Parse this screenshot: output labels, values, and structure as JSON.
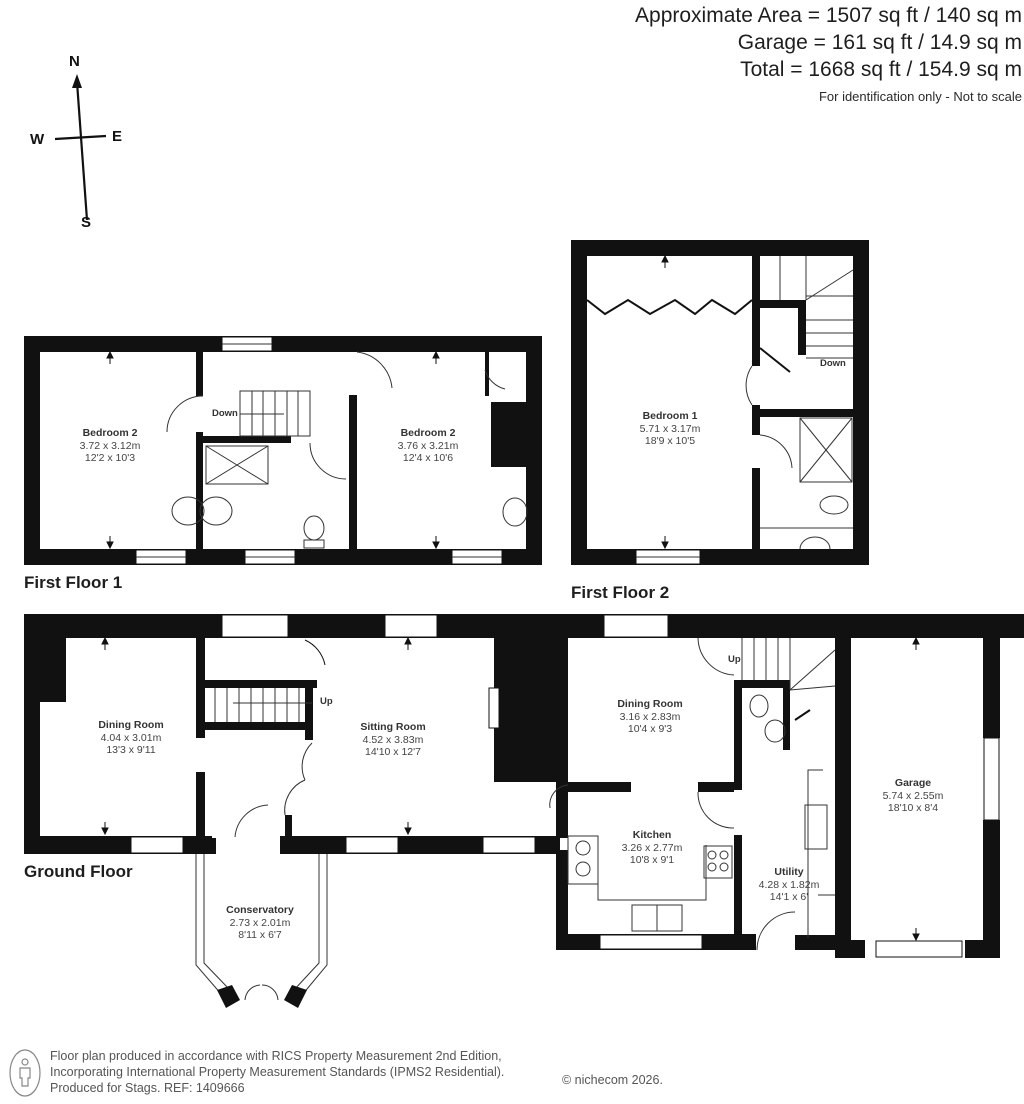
{
  "header": {
    "approximate_area": "Approximate Area = 1507 sq ft / 140 sq m",
    "garage_area": "Garage = 161 sq ft / 14.9 sq m",
    "total_area": "Total = 1668 sq ft / 154.9 sq m",
    "note": "For identification only - Not to scale"
  },
  "compass": {
    "n": "N",
    "s": "S",
    "e": "E",
    "w": "W",
    "icon": "compass-icon"
  },
  "floors": {
    "first_floor_1": {
      "label": "First Floor 1",
      "rooms": [
        {
          "name": "Bedroom 2",
          "metric": "3.72 x 3.12m",
          "imperial": "12'2 x 10'3"
        },
        {
          "name": "Bedroom 2",
          "metric": "3.76 x 3.21m",
          "imperial": "12'4 x 10'6"
        }
      ],
      "stairs": "Down"
    },
    "first_floor_2": {
      "label": "First Floor 2",
      "rooms": [
        {
          "name": "Bedroom 1",
          "metric": "5.71 x 3.17m",
          "imperial": "18'9 x 10'5"
        }
      ],
      "stairs": "Down"
    },
    "ground_floor": {
      "label": "Ground Floor",
      "rooms": [
        {
          "name": "Dining Room",
          "metric": "4.04 x 3.01m",
          "imperial": "13'3 x 9'11"
        },
        {
          "name": "Sitting Room",
          "metric": "4.52 x 3.83m",
          "imperial": "14'10 x 12'7"
        },
        {
          "name": "Conservatory",
          "metric": "2.73 x 2.01m",
          "imperial": "8'11 x 6'7"
        },
        {
          "name": "Dining Room",
          "metric": "3.16 x 2.83m",
          "imperial": "10'4 x 9'3"
        },
        {
          "name": "Kitchen",
          "metric": "3.26 x 2.77m",
          "imperial": "10'8 x 9'1"
        },
        {
          "name": "Utility",
          "metric": "4.28 x 1.82m",
          "imperial": "14'1 x 6'"
        },
        {
          "name": "Garage",
          "metric": "5.74 x 2.55m",
          "imperial": "18'10 x 8'4"
        }
      ],
      "stairs_1": "Up",
      "stairs_2": "Up"
    }
  },
  "footer": {
    "line1": "Floor plan produced in accordance with RICS Property Measurement 2nd Edition,",
    "line2": "Incorporating International Property Measurement Standards (IPMS2 Residential).",
    "line3": "Produced for Stags.   REF: 1409666",
    "copyright": "© nichecom 2026.",
    "icon": "person-icon"
  },
  "colors": {
    "wall": "#111111",
    "text": "#333333",
    "window": "#ffffff"
  }
}
